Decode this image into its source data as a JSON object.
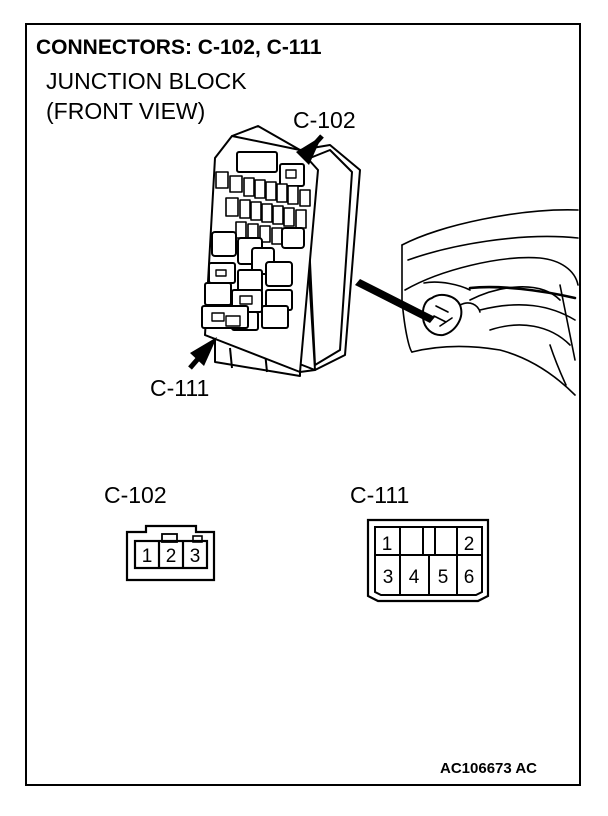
{
  "header": {
    "title": "CONNECTORS: C-102, C-111",
    "subtitle_line1": "JUNCTION BLOCK",
    "subtitle_line2": "(FRONT VIEW)"
  },
  "callouts": {
    "c102": "C-102",
    "c111": "C-111"
  },
  "connectors": {
    "c102": {
      "label": "C-102",
      "pins": [
        "1",
        "2",
        "3"
      ]
    },
    "c111": {
      "label": "C-111",
      "pins_top": [
        "1",
        "2"
      ],
      "pins_bottom": [
        "3",
        "4",
        "5",
        "6"
      ]
    }
  },
  "figure_code": "AC106673 AC"
}
